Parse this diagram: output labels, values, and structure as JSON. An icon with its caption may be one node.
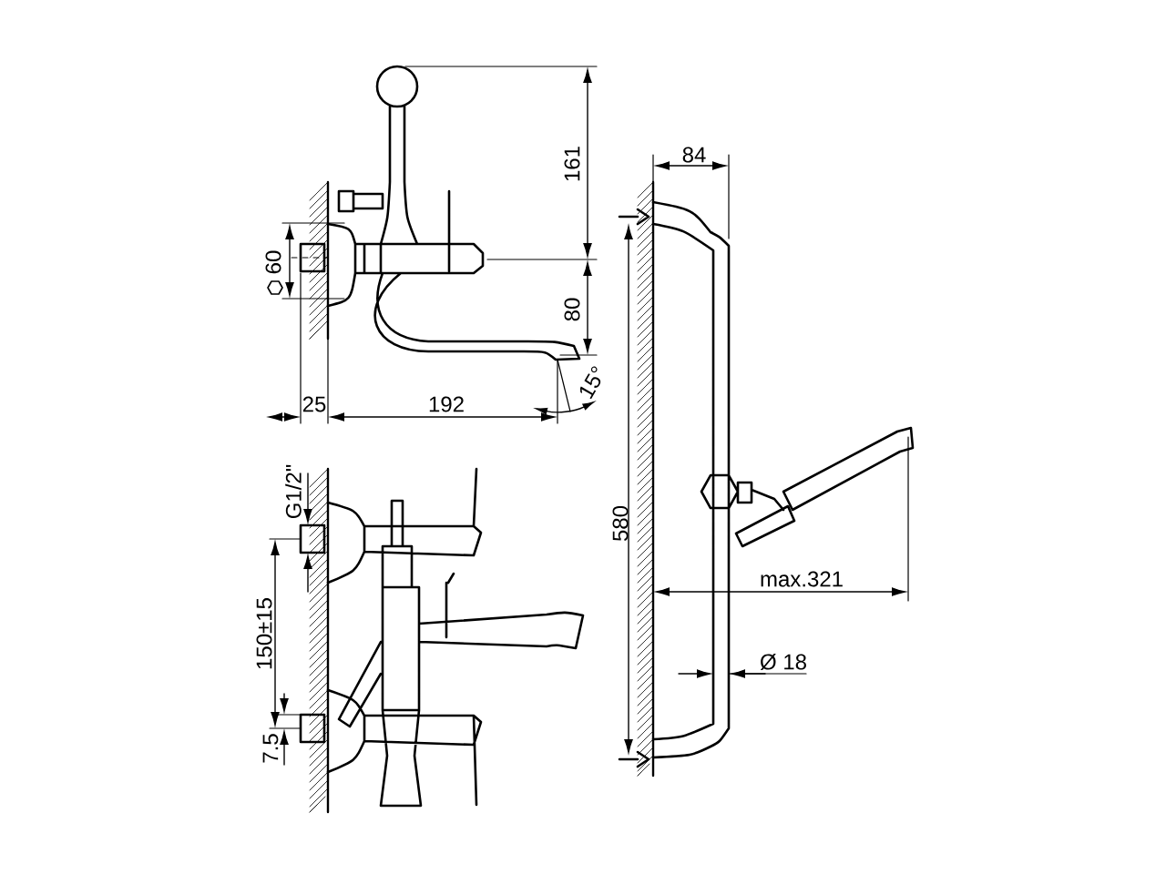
{
  "diagram": {
    "labels": [
      "161",
      "60",
      "80",
      "25",
      "192",
      "15°",
      "84",
      "G1/2\"",
      "150±15",
      "7.5",
      "580",
      "max.321",
      "Ø 18"
    ]
  }
}
